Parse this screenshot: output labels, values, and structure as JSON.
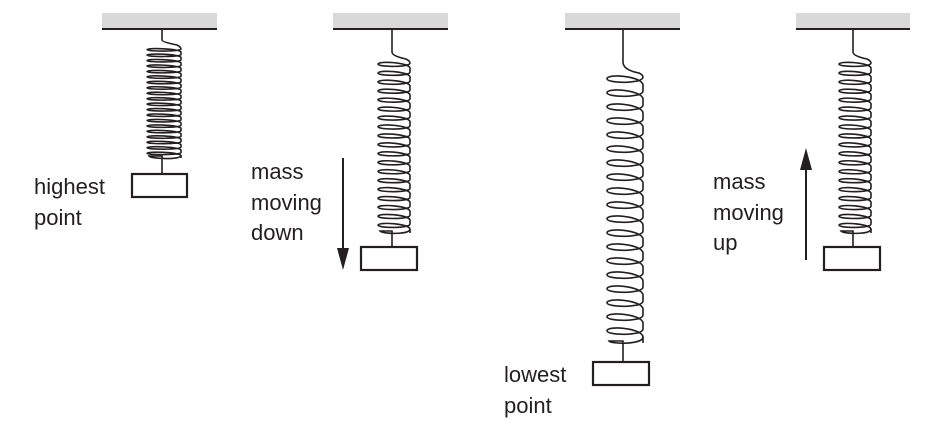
{
  "title": "Mass on a spring oscillating vertically",
  "colors": {
    "ceiling_fill": "#d9d9d9",
    "line": "#231f20",
    "background": "#ffffff"
  },
  "panels": [
    {
      "id": "highest",
      "state": "highest point",
      "label_lines": [
        "highest",
        "point"
      ],
      "arrow": null,
      "extension": "compressed"
    },
    {
      "id": "moving-down",
      "state": "mass moving down",
      "label_lines": [
        "mass",
        "moving",
        "down"
      ],
      "arrow": "down",
      "extension": "medium"
    },
    {
      "id": "lowest",
      "state": "lowest point",
      "label_lines": [
        "lowest",
        "point"
      ],
      "arrow": null,
      "extension": "stretched"
    },
    {
      "id": "moving-up",
      "state": "mass moving up",
      "label_lines": [
        "mass",
        "moving",
        "up"
      ],
      "arrow": "up",
      "extension": "medium"
    }
  ]
}
